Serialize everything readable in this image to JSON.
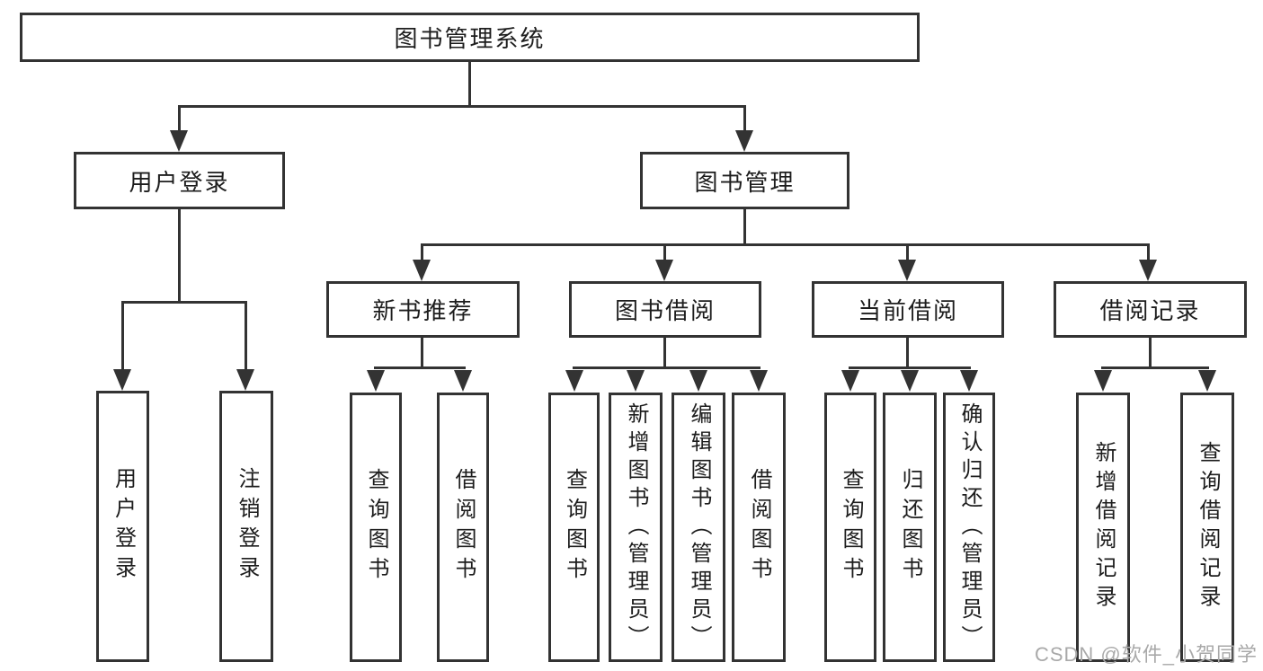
{
  "tree": {
    "root": {
      "label": "图书管理系统"
    },
    "branches": [
      {
        "label": "用户登录",
        "children": [
          {
            "label": "用户登录"
          },
          {
            "label": "注销登录"
          }
        ]
      },
      {
        "label": "图书管理",
        "children": [
          {
            "label": "新书推荐",
            "children": [
              {
                "label": "查询图书"
              },
              {
                "label": "借阅图书"
              }
            ]
          },
          {
            "label": "图书借阅",
            "children": [
              {
                "label": "查询图书"
              },
              {
                "label": "新增图书（管理员）"
              },
              {
                "label": "编辑图书（管理员）"
              },
              {
                "label": "借阅图书"
              }
            ]
          },
          {
            "label": "当前借阅",
            "children": [
              {
                "label": "查询图书"
              },
              {
                "label": "归还图书"
              },
              {
                "label": "确认归还（管理员）"
              }
            ]
          },
          {
            "label": "借阅记录",
            "children": [
              {
                "label": "新增借阅记录"
              },
              {
                "label": "查询借阅记录"
              }
            ]
          }
        ]
      }
    ]
  },
  "watermark": {
    "text": "CSDN @软件_小贺同学"
  },
  "colors": {
    "line": "#333333",
    "box_border": "#333333",
    "text": "#1d1d1d",
    "watermark": "#a9a9a9",
    "background": "#ffffff"
  }
}
